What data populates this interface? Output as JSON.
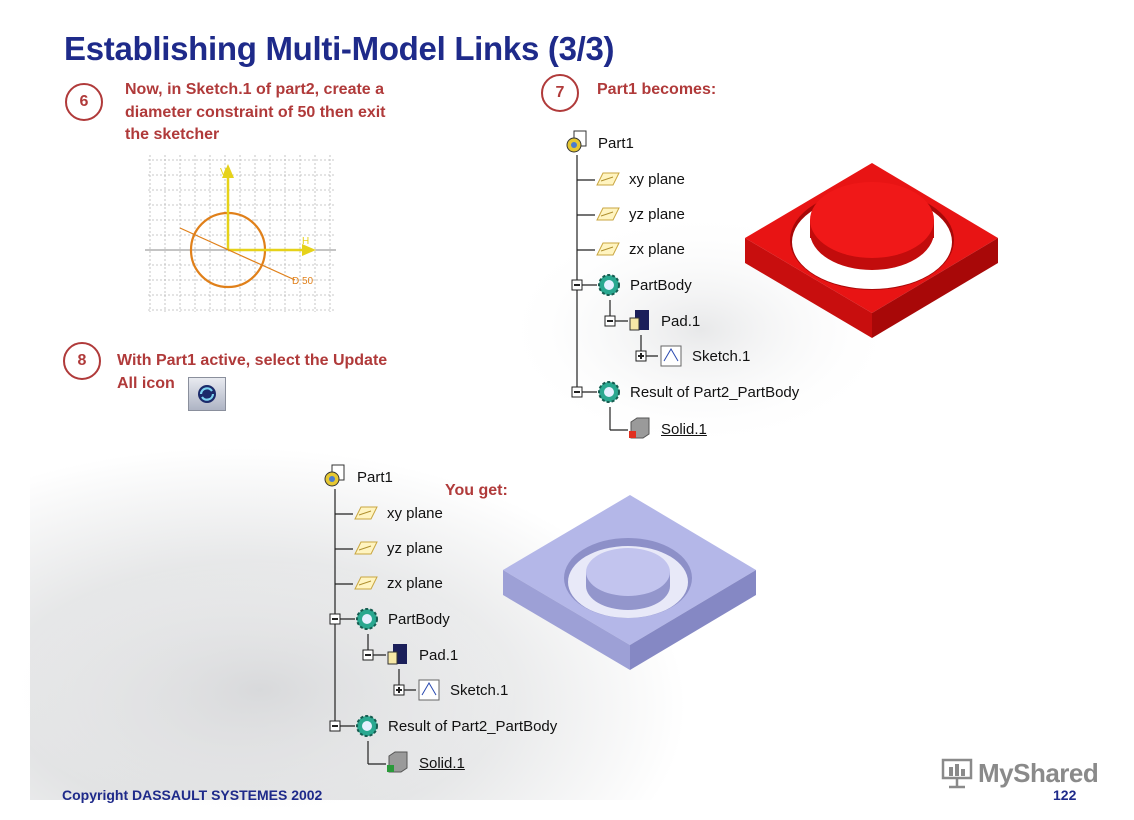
{
  "slide": {
    "title": "Establishing Multi-Model Links (3/3)",
    "footer_copyright": "Copyright DASSAULT SYSTEMES 2002",
    "page_number": "122",
    "watermark": "MyShared"
  },
  "steps": [
    {
      "number": "6",
      "text": [
        "Now, in Sketch.1 of part2, create a",
        "diameter constraint of 50 then exit",
        "the sketcher"
      ]
    },
    {
      "number": "7",
      "text": [
        "Part1 becomes:"
      ]
    },
    {
      "number": "8",
      "text": [
        "With Part1 active, select the Update",
        "All icon"
      ]
    }
  ],
  "sketch": {
    "h_label": "H",
    "v_label": "V",
    "dim_label": "D 50"
  },
  "you_get_label": "You get:",
  "tree": {
    "root": "Part1",
    "planes": [
      "xy plane",
      "yz plane",
      "zx plane"
    ],
    "body": "PartBody",
    "pad": "Pad.1",
    "sketch": "Sketch.1",
    "result": "Result of Part2_PartBody",
    "solid": "Solid.1"
  },
  "colors": {
    "title": "#1e2a8a",
    "step": "#b03a3a",
    "part_red": "#e01010",
    "part_blue": "#b3b6e6"
  }
}
